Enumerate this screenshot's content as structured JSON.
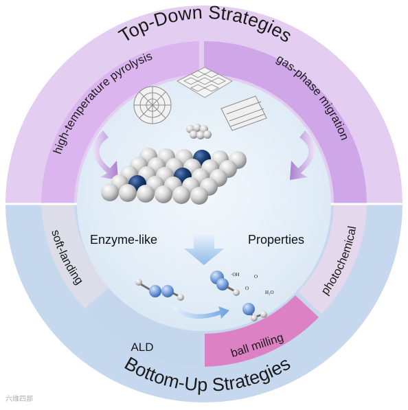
{
  "titles": {
    "top": "Top-Down Strategies",
    "bottom": "Bottom-Up Strategies"
  },
  "segments": {
    "high_temperature_pyrolysis": "high-temperature pyrolysis",
    "gas_phase_migration": "gas-phase migration",
    "soft_landing": "soft-landing",
    "photochemical": "photochemical",
    "ald": "ALD",
    "ball_milling": "ball milling"
  },
  "center": {
    "left_label": "Enzyme-like",
    "right_label": "Properties",
    "species": {
      "oh": "·OH",
      "o2a": "O",
      "o2b": "O",
      "h2o": "H₂O"
    }
  },
  "watermark": "六维四部",
  "colors": {
    "outer_top": "#e3cdf0",
    "outer_bottom": "#c5d8ee",
    "segment_pyrolysis": "#dab5ee",
    "segment_migration": "#cfa7e8",
    "segment_softlanding": "#dcdde9",
    "segment_photochemical": "#e3d8ec",
    "segment_ald": "#c4d6ec",
    "segment_ballmilling": "#dc82c4",
    "center_fill": "#e7f0f8",
    "arrow_purple": "#b58fd3",
    "arrow_blue": "#8fbbe8",
    "sphere_gray": "#d8d8d8",
    "sphere_navy": "#1b3f75",
    "molecule_blue": "#7da4dd"
  }
}
